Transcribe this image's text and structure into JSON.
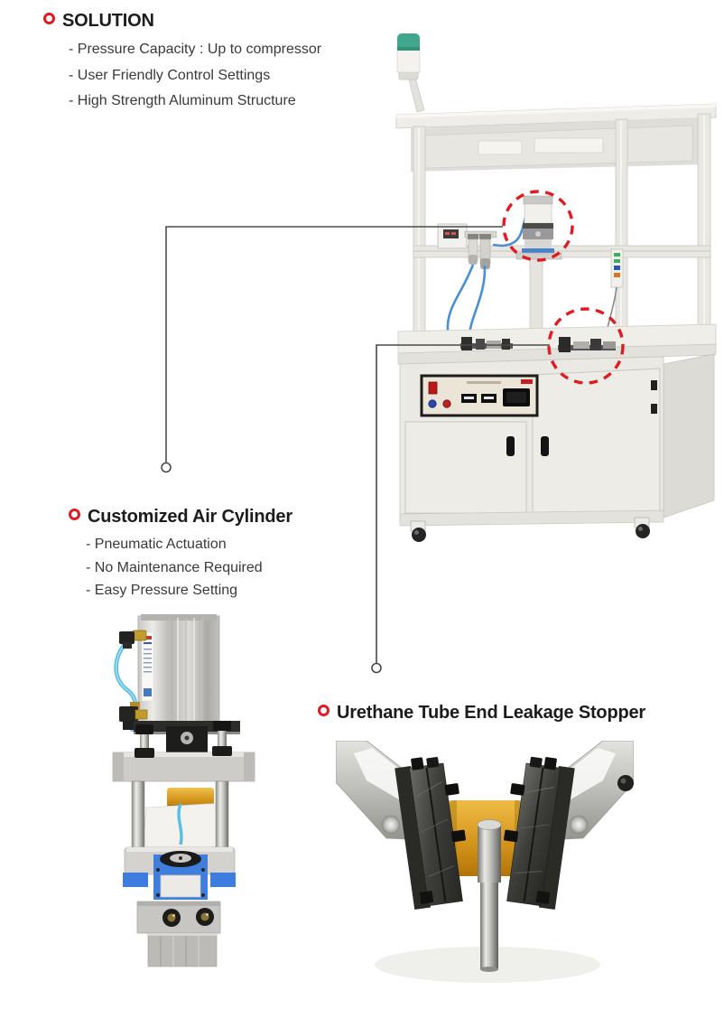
{
  "colors": {
    "accent_red": "#e11b22",
    "leader_line": "#4a4a4a",
    "heading_text": "#1c1c1c",
    "body_text": "#3a3a3a"
  },
  "sections": {
    "solution": {
      "title": "SOLUTION",
      "items": [
        "- Pressure Capacity : Up to compressor",
        "- User Friendly Control Settings",
        "- High Strength Aluminum Structure"
      ]
    },
    "air_cylinder": {
      "title": "Customized Air Cylinder",
      "items": [
        "- Pneumatic Actuation",
        "- No Maintenance Required",
        "- Easy Pressure Setting"
      ]
    },
    "leakage_stopper": {
      "title": "Urethane Tube End Leakage Stopper"
    }
  },
  "figures": {
    "machine": {
      "label": "leak-test-machine-photo",
      "callouts": [
        "air-cylinder-highlight",
        "tube-clamp-highlight"
      ]
    },
    "cylinder": {
      "label": "customized-air-cylinder-photo"
    },
    "clamp": {
      "label": "urethane-tube-end-clamp-photo"
    }
  }
}
